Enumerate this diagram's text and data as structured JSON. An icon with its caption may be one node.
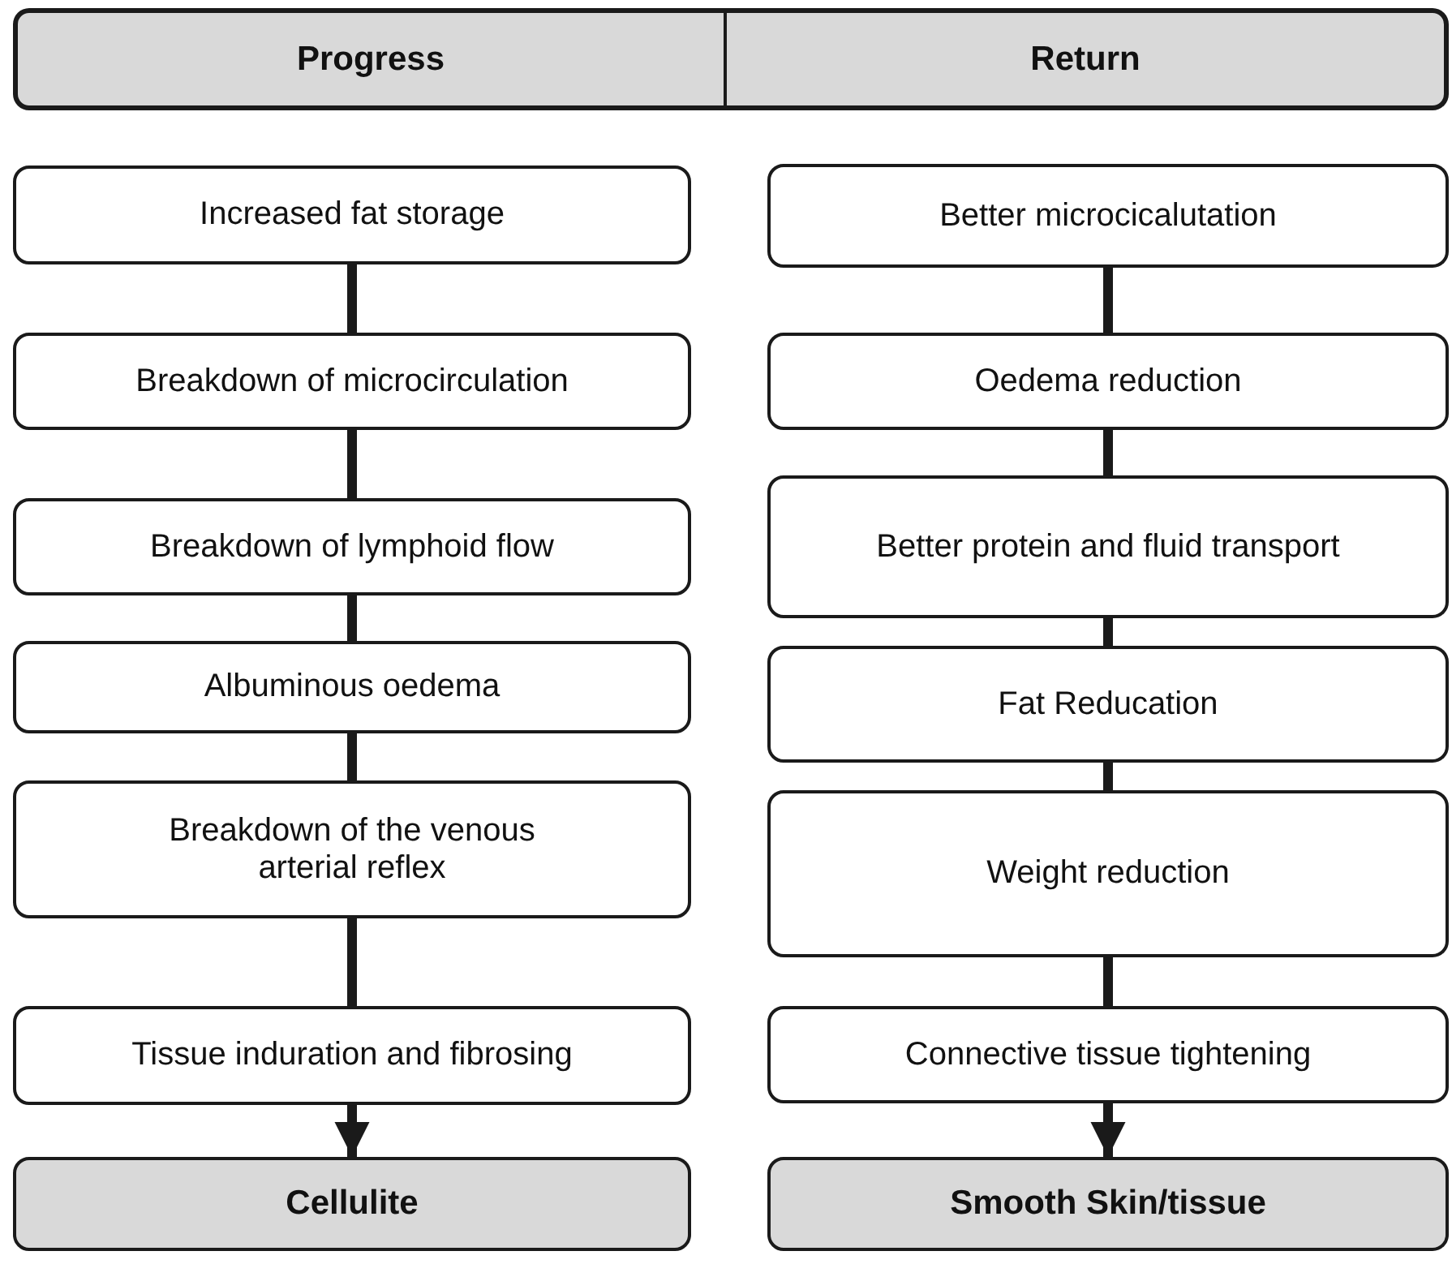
{
  "diagram": {
    "nodes": [
      {
        "text": [
          "Progress"
        ]
      },
      {
        "text": [
          "Return"
        ]
      },
      {
        "text": [
          "Increased fat storage"
        ]
      },
      {
        "text": [
          "Breakdown of microcirculation"
        ]
      },
      {
        "text": [
          "Breakdown of lymphoid flow"
        ]
      },
      {
        "text": [
          "Albuminous oedema"
        ]
      },
      {
        "text": [
          "Breakdown of the venous arterial reflex"
        ]
      },
      {
        "text": [
          "Tissue induration and fibrosing"
        ]
      },
      {
        "text": [
          "Cellulite"
        ]
      },
      {
        "text": [
          "Better microcicalutation"
        ]
      },
      {
        "text": [
          "Oedema reduction"
        ]
      },
      {
        "text": [
          "Better protein and fluid transport"
        ]
      },
      {
        "text": [
          "Fat Reducation"
        ]
      },
      {
        "text": [
          "Weight reduction"
        ]
      },
      {
        "text": [
          "Connective tissue tightening"
        ]
      },
      {
        "text": [
          "Smooth Skin/tissue"
        ]
      }
    ],
    "edges": [
      {
        "from": 2,
        "to": 3,
        "arrow": "none"
      },
      {
        "from": 3,
        "to": 4,
        "arrow": "none"
      },
      {
        "from": 4,
        "to": 5,
        "arrow": "none"
      },
      {
        "from": 5,
        "to": 6,
        "arrow": "none"
      },
      {
        "from": 6,
        "to": 7,
        "arrow": "none"
      },
      {
        "from": 7,
        "to": 8,
        "arrow": "to"
      },
      {
        "from": 9,
        "to": 10,
        "arrow": "none"
      },
      {
        "from": 10,
        "to": 11,
        "arrow": "none"
      },
      {
        "from": 11,
        "to": 12,
        "arrow": "none"
      },
      {
        "from": 12,
        "to": 13,
        "arrow": "none"
      },
      {
        "from": 13,
        "to": 14,
        "arrow": "none"
      },
      {
        "from": 14,
        "to": 15,
        "arrow": "to"
      }
    ]
  }
}
